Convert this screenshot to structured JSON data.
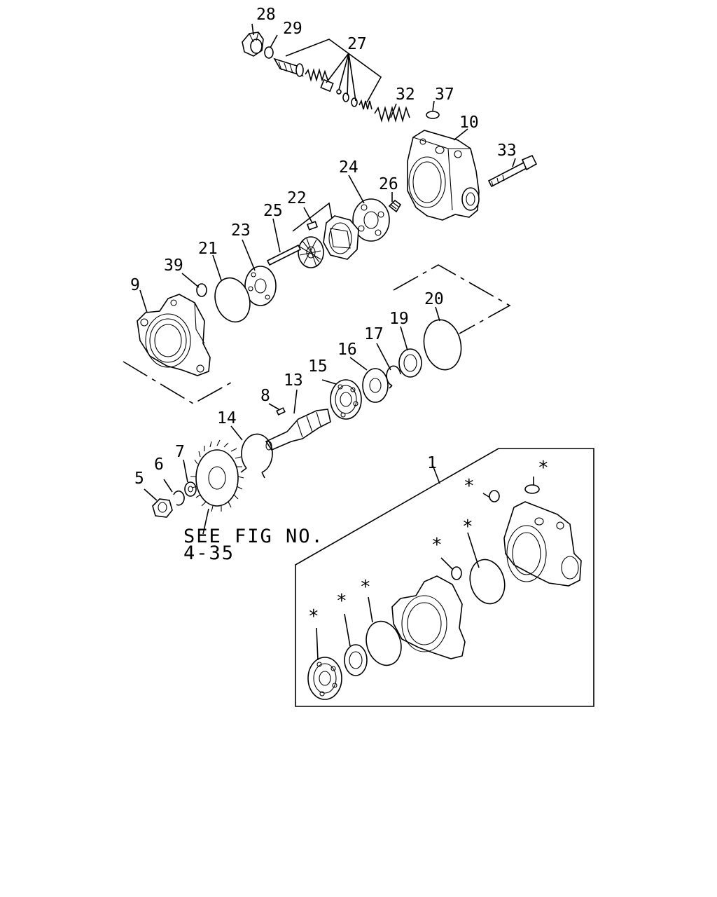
{
  "callouts": {
    "c1": "1",
    "c5": "5",
    "c6": "6",
    "c7": "7",
    "c8": "8",
    "c9": "9",
    "c10": "10",
    "c13": "13",
    "c14": "14",
    "c15": "15",
    "c16": "16",
    "c17": "17",
    "c19": "19",
    "c20": "20",
    "c21": "21",
    "c22": "22",
    "c23": "23",
    "c24": "24",
    "c25": "25",
    "c26": "26",
    "c27": "27",
    "c28": "28",
    "c29": "29",
    "c32": "32",
    "c33": "33",
    "c37": "37",
    "c39": "39"
  },
  "kit_marker": "*",
  "reference_note": {
    "line1": "SEE FIG NO.",
    "line2": "4-35"
  }
}
